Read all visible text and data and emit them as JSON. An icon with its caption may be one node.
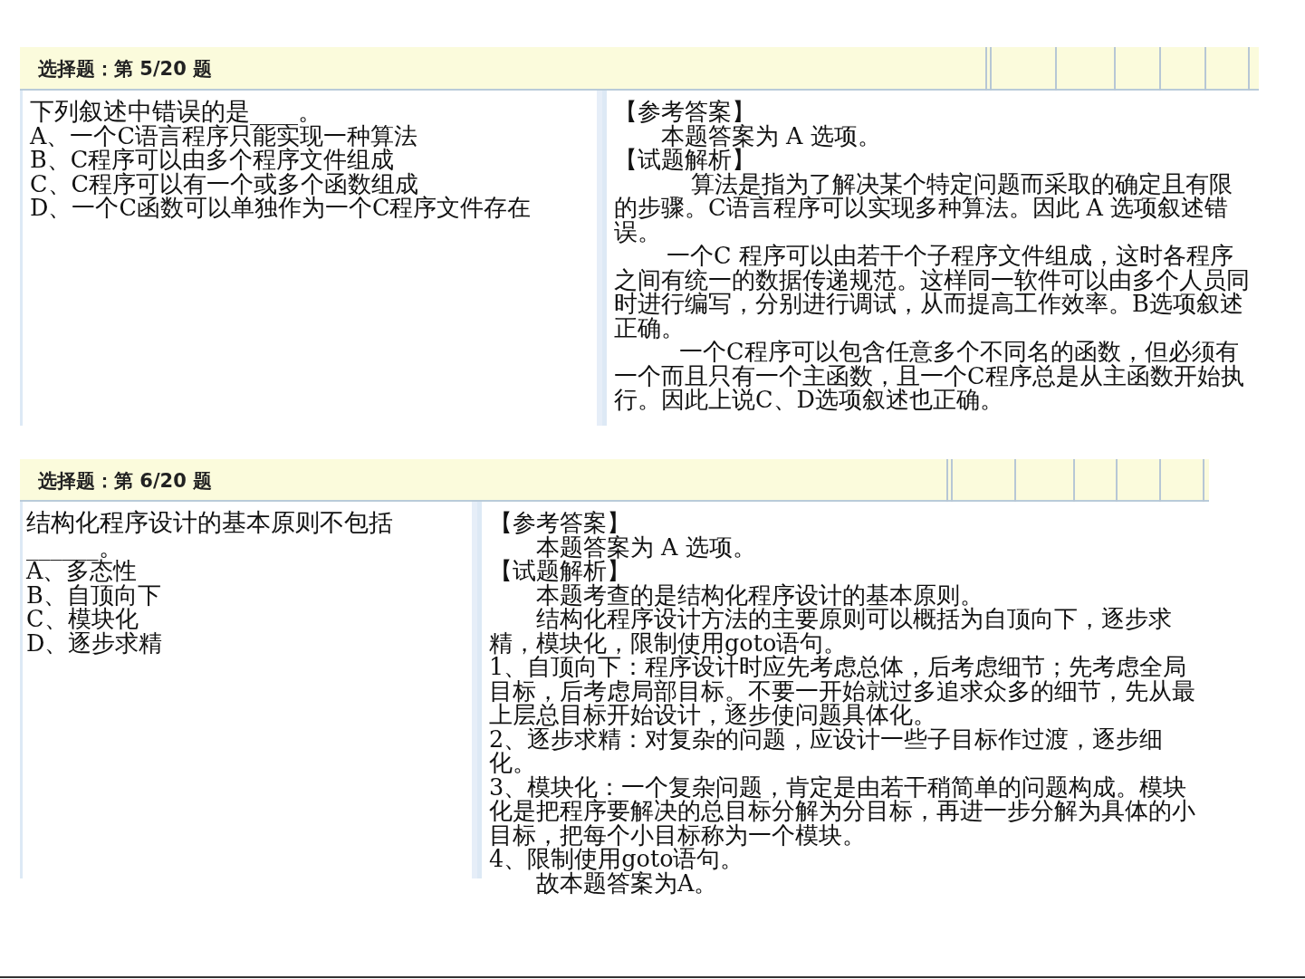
{
  "diagram": {
    "nodes": [
      {
        "text": [
          "选择题：第 5/20 题"
        ]
      },
      {
        "text": [
          "下列叙述中错误的是____。",
          "A、一个C语言程序只能实现一种算法",
          "B、C程序可以由多个程序文件组成",
          "C、C程序可以有一个或多个函数组成",
          "D、一个C函数可以单独作为一个C程序文件存在"
        ]
      },
      {
        "text": [
          "【参考答案】",
          "本题答案为 A 选项。",
          "【试题解析】",
          "算法是指为了解决某个特定问题而采取的确定且有限的步骤。C语言程序可以实现多种算法。因此 A 选项叙述错误。",
          "一个C 程序可以由若干个子程序文件组成，这时各程序之间有统一的数据传递规范。这样同一软件可以由多个人员同时进行编写，分别进行调试，从而提高工作效率。B选项叙述正确。",
          "一个C程序可以包含任意多个不同名的函数，但必须有一个而且只有一个主函数，且一个C程序总是从主函数开始执行。因此上说C、D选项叙述也正确。"
        ]
      },
      {
        "text": [
          "选择题：第 6/20 题"
        ]
      },
      {
        "text": [
          "结构化程序设计的基本原则不包括______。",
          "A、多态性",
          "B、自顶向下",
          "C、模块化",
          "D、逐步求精"
        ]
      },
      {
        "text": [
          "【参考答案】",
          "本题答案为 A 选项。",
          "【试题解析】",
          "本题考查的是结构化程序设计的基本原则。",
          "结构化程序设计方法的主要原则可以概括为自顶向下，逐步求精，模块化，限制使用goto语句。",
          "1、自顶向下：程序设计时应先考虑总体，后考虑细节；先考虑全局目标，后考虑局部目标。不要一开始就过多追求众多的细节，先从最上层总目标开始设计，逐步使问题具体化。",
          "2、逐步求精：对复杂的问题，应设计一些子目标作过渡，逐步细化。",
          "3、模块化：一个复杂问题，肯定是由若干稍简单的问题构成。模块化是把程序要解决的总目标分解为分目标，再进一步分解为具体的小目标，把每个小目标称为一个模块。",
          "4、限制使用goto语句。",
          "故本题答案为A。"
        ]
      }
    ]
  }
}
